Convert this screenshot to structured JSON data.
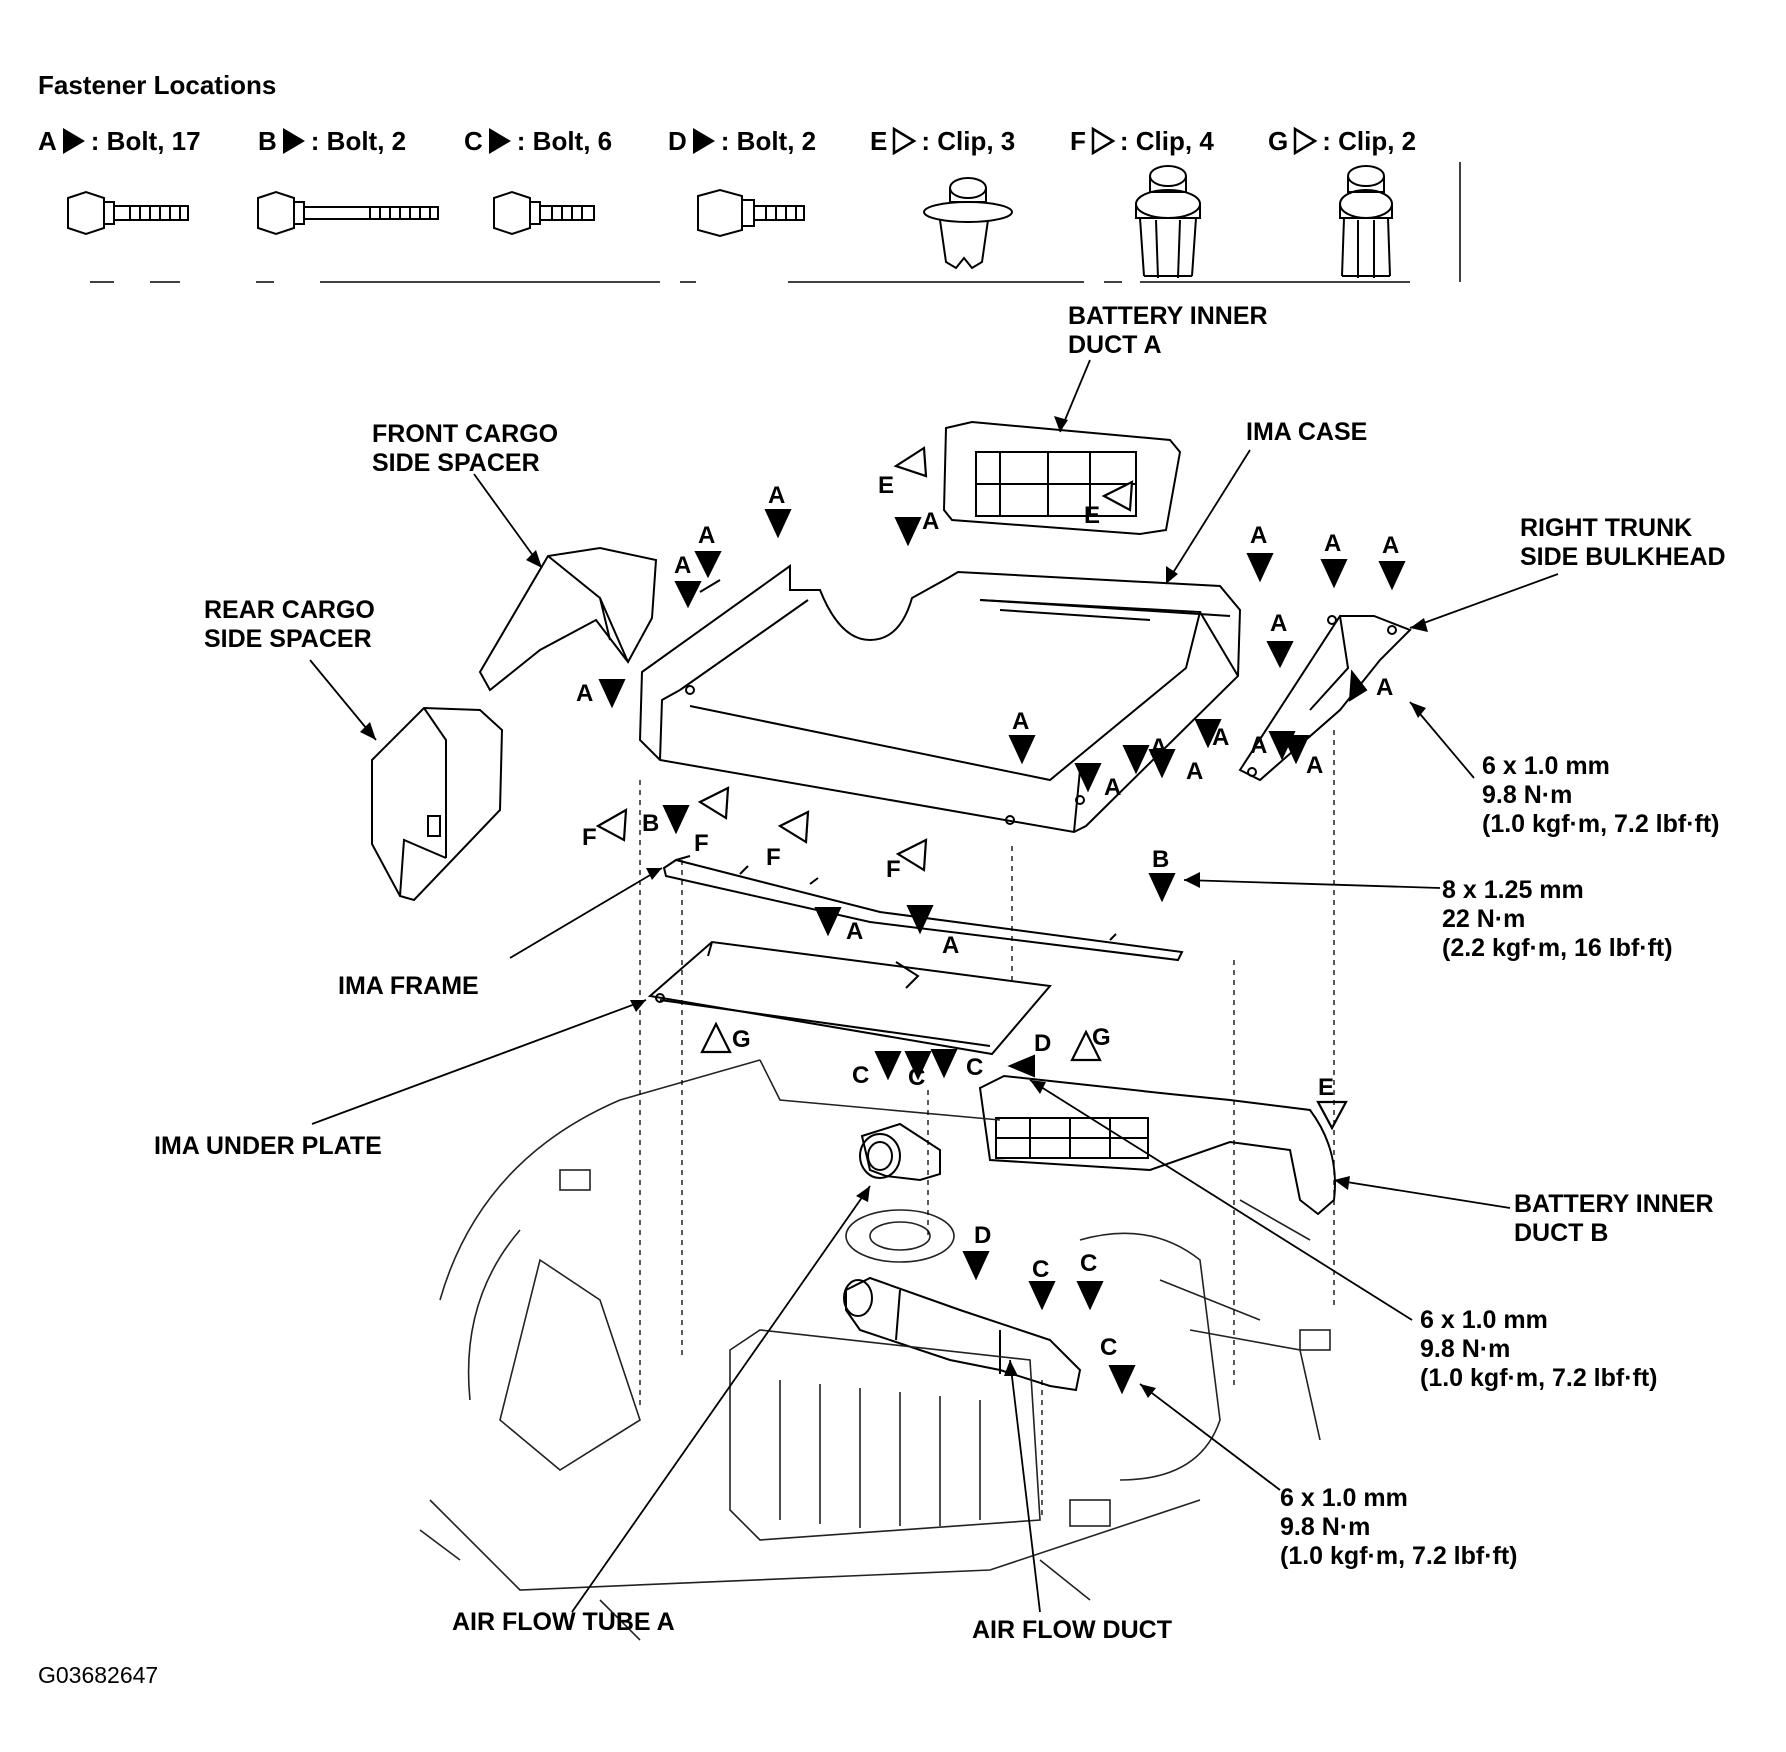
{
  "legend": {
    "title": "Fastener Locations",
    "fasteners": [
      {
        "letter": "A",
        "symbol": "filled-triangle",
        "text": ": Bolt, 17"
      },
      {
        "letter": "B",
        "symbol": "filled-triangle",
        "text": ": Bolt, 2"
      },
      {
        "letter": "C",
        "symbol": "filled-triangle",
        "text": ": Bolt, 6"
      },
      {
        "letter": "D",
        "symbol": "filled-triangle",
        "text": ": Bolt, 2"
      },
      {
        "letter": "E",
        "symbol": "open-triangle",
        "text": ": Clip, 3"
      },
      {
        "letter": "F",
        "symbol": "open-triangle",
        "text": ": Clip, 4"
      },
      {
        "letter": "G",
        "symbol": "open-triangle",
        "text": ": Clip, 2"
      }
    ]
  },
  "parts": {
    "battery_inner_duct_a": "BATTERY INNER\nDUCT A",
    "ima_case": "IMA CASE",
    "front_cargo_side_spacer": "FRONT CARGO\nSIDE SPACER",
    "rear_cargo_side_spacer": "REAR CARGO\nSIDE SPACER",
    "right_trunk_side_bulkhead": "RIGHT TRUNK\nSIDE BULKHEAD",
    "ima_frame": "IMA FRAME",
    "ima_under_plate": "IMA UNDER PLATE",
    "battery_inner_duct_b": "BATTERY INNER\nDUCT B",
    "air_flow_tube_a": "AIR FLOW TUBE A",
    "air_flow_duct": "AIR FLOW DUCT"
  },
  "specs": {
    "bolt_a": "6 x 1.0 mm\n9.8 N·m\n(1.0 kgf·m, 7.2 lbf·ft)",
    "bolt_b": "8 x 1.25 mm\n22 N·m\n(2.2 kgf·m, 16 lbf·ft)",
    "bolt_d": "6 x 1.0 mm\n9.8 N·m\n(1.0 kgf·m, 7.2 lbf·ft)",
    "bolt_c": "6 x 1.0 mm\n9.8 N·m\n(1.0 kgf·m, 7.2 lbf·ft)"
  },
  "callouts": [
    "E",
    "E",
    "A",
    "A",
    "A",
    "A",
    "A",
    "A",
    "A",
    "A",
    "A",
    "A",
    "A",
    "A",
    "A",
    "A",
    "A",
    "A",
    "A",
    "F",
    "F",
    "F",
    "F",
    "B",
    "B",
    "A",
    "A",
    "G",
    "G",
    "D",
    "C",
    "C",
    "C",
    "E",
    "D",
    "C",
    "C",
    "C"
  ],
  "figure_id": "G03682647",
  "colors": {
    "ink": "#000000",
    "paper": "#ffffff",
    "light_line": "#555555"
  }
}
